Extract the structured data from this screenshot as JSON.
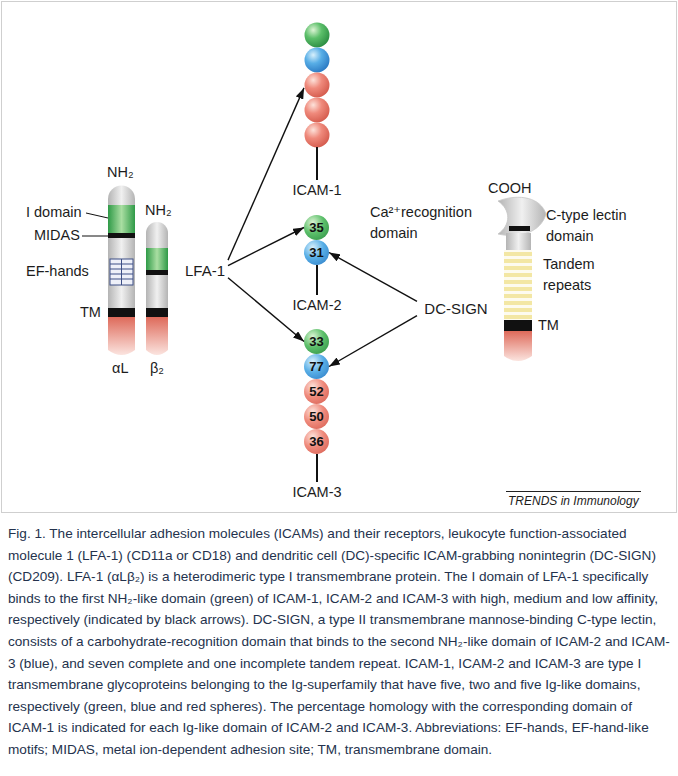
{
  "diagram": {
    "caption": "Fig. 1. The intercellular adhesion molecules (ICAMs) and their receptors, leukocyte function-associated molecule 1 (LFA-1) (CD11a or CD18) and dendritic cell (DC)-specific ICAM-grabbing nonintegrin (DC-SIGN) (CD209). LFA-1 (αLβ₂) is a heterodimeric type I transmembrane protein. The I domain of LFA-1 specifically binds to the first NH₂-like domain (green) of ICAM-1, ICAM-2 and ICAM-3 with high, medium and low affinity, respectively (indicated by black arrows). DC-SIGN, a type II transmembrane mannose-binding C-type lectin, consists of a carbohydrate-recognition domain that binds to the second NH₂-like domain of ICAM-2 and ICAM-3 (blue), and seven complete and one incomplete tandem repeat. ICAM-1, ICAM-2 and ICAM-3 are type I transmembrane glycoproteins belonging to the Ig-superfamily that have five, two and five Ig-like domains, respectively (green, blue and red spheres). The percentage homology with the corresponding domain of ICAM-1 is indicated for each Ig-like domain of ICAM-2 and ICAM-3. Abbreviations: EF-hands, EF-hand-like motifs; MIDAS, metal ion-dependent adhesion site; TM, transmembrane domain.",
    "nodes": [
      {
        "text": [
          "LFA-1"
        ]
      },
      {
        "text": [
          "ICAM-1"
        ]
      },
      {
        "text": [
          "ICAM-2"
        ]
      },
      {
        "text": [
          "35"
        ],
        "in": 2
      },
      {
        "text": [
          "31"
        ],
        "in": 2
      },
      {
        "text": [
          "DC-SIGN"
        ]
      },
      {
        "text": [
          "ICAM-3"
        ]
      },
      {
        "text": [
          "33"
        ],
        "in": 6
      },
      {
        "text": [
          "77"
        ],
        "in": 6
      },
      {
        "text": [
          "52"
        ],
        "in": 6
      },
      {
        "text": [
          "50"
        ],
        "in": 6
      },
      {
        "text": [
          "36"
        ],
        "in": 6
      }
    ],
    "edges": [
      {
        "from": 0,
        "to": 1,
        "arrow": "to"
      },
      {
        "from": 0,
        "to": 3,
        "arrow": "to"
      },
      {
        "from": 0,
        "to": 7,
        "arrow": "to"
      },
      {
        "from": 5,
        "to": 4,
        "arrow": "to"
      },
      {
        "from": 5,
        "to": 8,
        "arrow": "to"
      }
    ],
    "labels": [
      "NH₂",
      "I domain",
      "MIDAS",
      "EF-hands",
      "TM",
      "NH₂",
      "αL",
      "β₂",
      "COOH",
      "Ca²⁺recognition domain",
      "C-type lectin domain",
      "Tandem repeats",
      "TM",
      "TRENDS in Immunology"
    ]
  }
}
